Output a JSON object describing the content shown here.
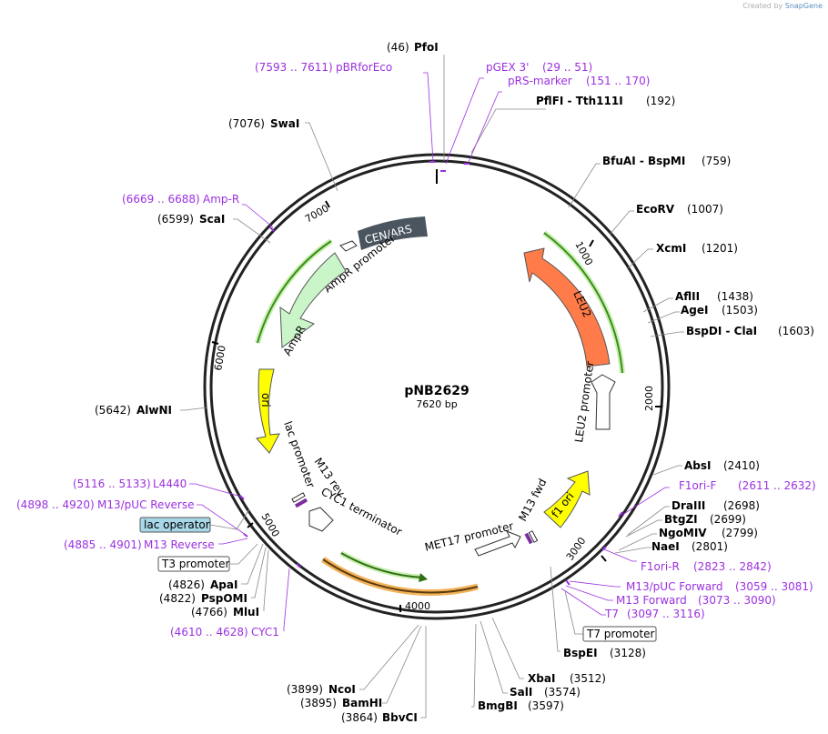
{
  "credit": {
    "prefix": "Created by",
    "brand": "SnapGene"
  },
  "plasmid": {
    "name": "pNB2629",
    "length_label": "7620 bp",
    "length": 7620
  },
  "ticks": [
    "1000",
    "2000",
    "3000",
    "4000",
    "5000",
    "6000",
    "7000"
  ],
  "features": [
    {
      "label": "CEN/ARS",
      "type": "box",
      "color": "#4a5560",
      "text_color": "#ffffff"
    },
    {
      "label": "AmpR promoter",
      "type": "promoter"
    },
    {
      "label": "AmpR",
      "type": "cds",
      "color": "#c9f5c9"
    },
    {
      "label": "ori",
      "type": "origin",
      "color": "#ffff00"
    },
    {
      "label": "lac promoter",
      "type": "promoter"
    },
    {
      "label": "M13 rev",
      "type": "primer_site"
    },
    {
      "label": "CYC1 terminator",
      "type": "terminator"
    },
    {
      "label": "LEU2",
      "type": "cds",
      "color": "#ff7b4a"
    },
    {
      "label": "LEU2 promoter",
      "type": "promoter"
    },
    {
      "label": "f1 ori",
      "type": "origin",
      "color": "#ffff00"
    },
    {
      "label": "M13 fwd",
      "type": "primer_site"
    },
    {
      "label": "MET17 promoter",
      "type": "promoter"
    }
  ],
  "sites": [
    {
      "pos": "(46)",
      "name": "PfoI"
    },
    {
      "pos": "(192)",
      "name": "PflFI - Tth111I"
    },
    {
      "pos": "(759)",
      "name": "BfuAI - BspMI"
    },
    {
      "pos": "(1007)",
      "name": "EcoRV"
    },
    {
      "pos": "(1201)",
      "name": "XcmI"
    },
    {
      "pos": "(1438)",
      "name": "AflII"
    },
    {
      "pos": "(1503)",
      "name": "AgeI"
    },
    {
      "pos": "(1603)",
      "name": "BspDI - ClaI"
    },
    {
      "pos": "(2410)",
      "name": "AbsI"
    },
    {
      "pos": "(2698)",
      "name": "DraIII"
    },
    {
      "pos": "(2699)",
      "name": "BtgZI"
    },
    {
      "pos": "(2799)",
      "name": "NgoMIV"
    },
    {
      "pos": "(2801)",
      "name": "NaeI"
    },
    {
      "pos": "(3128)",
      "name": "BspEI"
    },
    {
      "pos": "(3512)",
      "name": "XbaI"
    },
    {
      "pos": "(3574)",
      "name": "SalI"
    },
    {
      "pos": "(3597)",
      "name": "BmgBI"
    },
    {
      "pos": "(3864)",
      "name": "BbvCI"
    },
    {
      "pos": "(3895)",
      "name": "BamHI"
    },
    {
      "pos": "(3899)",
      "name": "NcoI"
    },
    {
      "pos": "(4766)",
      "name": "MluI"
    },
    {
      "pos": "(4822)",
      "name": "PspOMI"
    },
    {
      "pos": "(4826)",
      "name": "ApaI"
    },
    {
      "pos": "(5642)",
      "name": "AlwNI"
    },
    {
      "pos": "(6599)",
      "name": "ScaI"
    },
    {
      "pos": "(7076)",
      "name": "SwaI"
    }
  ],
  "primers": [
    {
      "range": "(7593 .. 7611)",
      "name": "pBRforEco"
    },
    {
      "name": "pGEX 3'",
      "range": "(29 .. 51)"
    },
    {
      "name": "pRS-marker",
      "range": "(151 .. 170)"
    },
    {
      "range": "(6669 .. 6688)",
      "name": "Amp-R"
    },
    {
      "name": "F1ori-F",
      "range": "(2611 .. 2632)"
    },
    {
      "name": "F1ori-R",
      "range": "(2823 .. 2842)"
    },
    {
      "name": "M13/pUC Forward",
      "range": "(3059 .. 3081)"
    },
    {
      "name": "M13 Forward",
      "range": "(3073 .. 3090)"
    },
    {
      "name": "T7",
      "range": "(3097 .. 3116)"
    },
    {
      "range": "(5116 .. 5133)",
      "name": "L4440"
    },
    {
      "range": "(4898 .. 4920)",
      "name": "M13/pUC Reverse"
    },
    {
      "range": "(4885 .. 4901)",
      "name": "M13 Reverse"
    },
    {
      "range": "(4610 .. 4628)",
      "name": "CYC1"
    }
  ],
  "boxed_labels": [
    {
      "label": "lac operator",
      "fill": "#a8d8e8"
    },
    {
      "label": "T3 promoter",
      "fill": "#ffffff"
    },
    {
      "label": "T7 promoter",
      "fill": "#ffffff"
    }
  ]
}
